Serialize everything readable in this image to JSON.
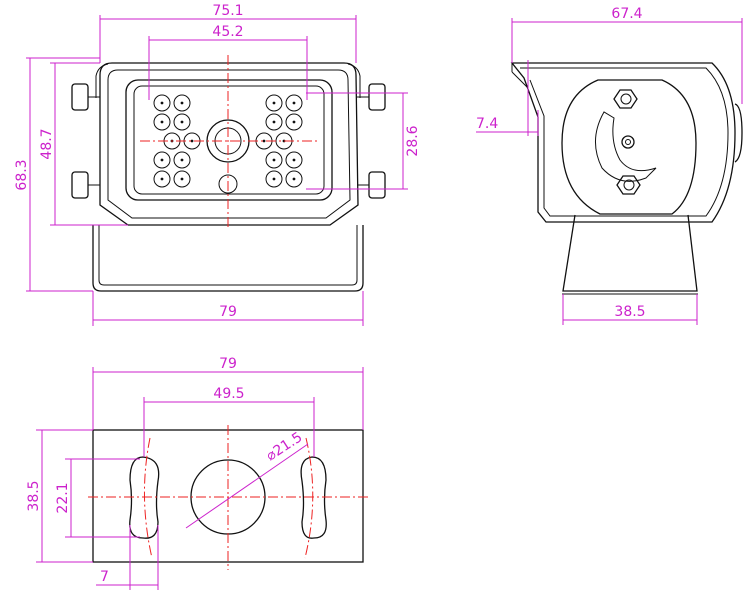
{
  "colors": {
    "outline": "#111111",
    "dimension": "#cc22cc",
    "centerline": "#ee2222",
    "background": "#ffffff"
  },
  "front_view": {
    "dims": {
      "top_width": "75.1",
      "lens_spacing": "45.2",
      "total_height": "68.3",
      "head_height": "48.7",
      "led_height": "28.6",
      "base_width": "79"
    }
  },
  "side_view": {
    "dims": {
      "depth": "67.4",
      "visor": "7.4",
      "mount_width": "38.5"
    }
  },
  "bottom_view": {
    "dims": {
      "width": "79",
      "slot_spacing": "49.5",
      "hole_diameter": "⌀21.5",
      "height": "38.5",
      "slot_length": "22.1",
      "slot_width": "7"
    }
  }
}
